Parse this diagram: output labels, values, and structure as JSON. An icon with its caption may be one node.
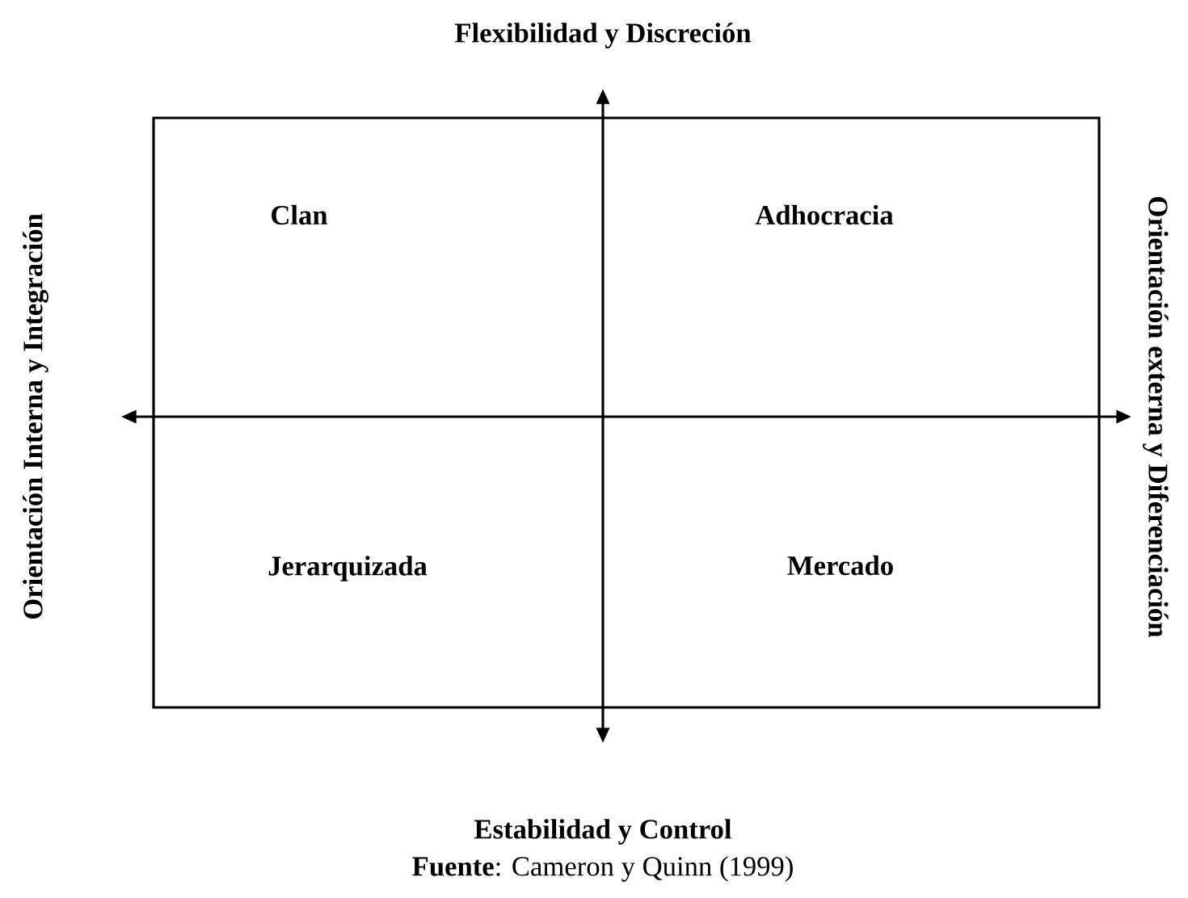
{
  "diagram": {
    "caption": "**Fuente**: Cameron y Quinn (1999)",
    "nodes": [
      {
        "text": [
          "Clan",
          "Adhocracia",
          "Jerarquizada",
          "Mercado"
        ]
      }
    ],
    "labels": [
      "Flexibilidad y Discreción",
      "Orientación Interna y Integración",
      "Orientación externa y Diferenciación",
      "Estabilidad y Control"
    ]
  }
}
